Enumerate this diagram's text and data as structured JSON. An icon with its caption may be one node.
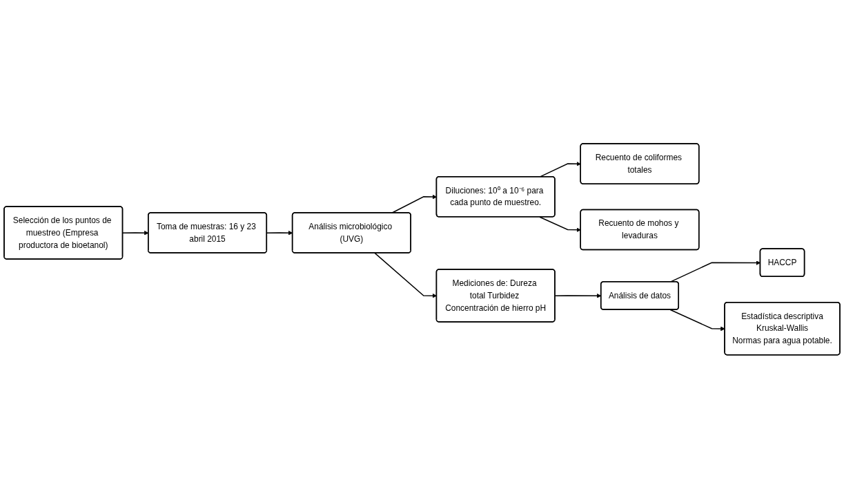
{
  "diagram": {
    "nodes": [
      {
        "text": [
          "Selección de los puntos de muestreo (Empresa productora de bioetanol)"
        ]
      },
      {
        "text": [
          "Toma de muestras: 16 y 23 abril 2015"
        ]
      },
      {
        "text": [
          "Análisis microbiológico (UVG)"
        ]
      },
      {
        "text": [
          "Diluciones: 10⁰ a 10⁻⁶ para cada punto de muestreo."
        ]
      },
      {
        "text": [
          "Recuento de coliformes totales"
        ]
      },
      {
        "text": [
          "Recuento de mohos y levaduras"
        ]
      },
      {
        "text": [
          "Mediciones de: Dureza total Turbidez Concentración de hierro pH"
        ]
      },
      {
        "text": [
          "Análisis de datos"
        ]
      },
      {
        "text": [
          "HACCP"
        ]
      },
      {
        "text": [
          "Estadística descriptiva",
          "Kruskal-Wallis",
          "Normas para agua potable."
        ]
      }
    ],
    "edges": [
      {
        "from": 0,
        "to": 1,
        "arrow": "to"
      },
      {
        "from": 1,
        "to": 2,
        "arrow": "to"
      },
      {
        "from": 2,
        "to": 6,
        "arrow": "to"
      },
      {
        "from": 6,
        "to": 7,
        "arrow": "to"
      },
      {
        "from": 7,
        "to": 8,
        "arrow": "to"
      },
      {
        "from": 7,
        "to": 9,
        "arrow": "to"
      },
      {
        "from": 2,
        "to": 3,
        "arrow": "to"
      },
      {
        "from": 3,
        "to": 4,
        "arrow": "to"
      },
      {
        "from": 3,
        "to": 5,
        "arrow": "to"
      }
    ]
  }
}
